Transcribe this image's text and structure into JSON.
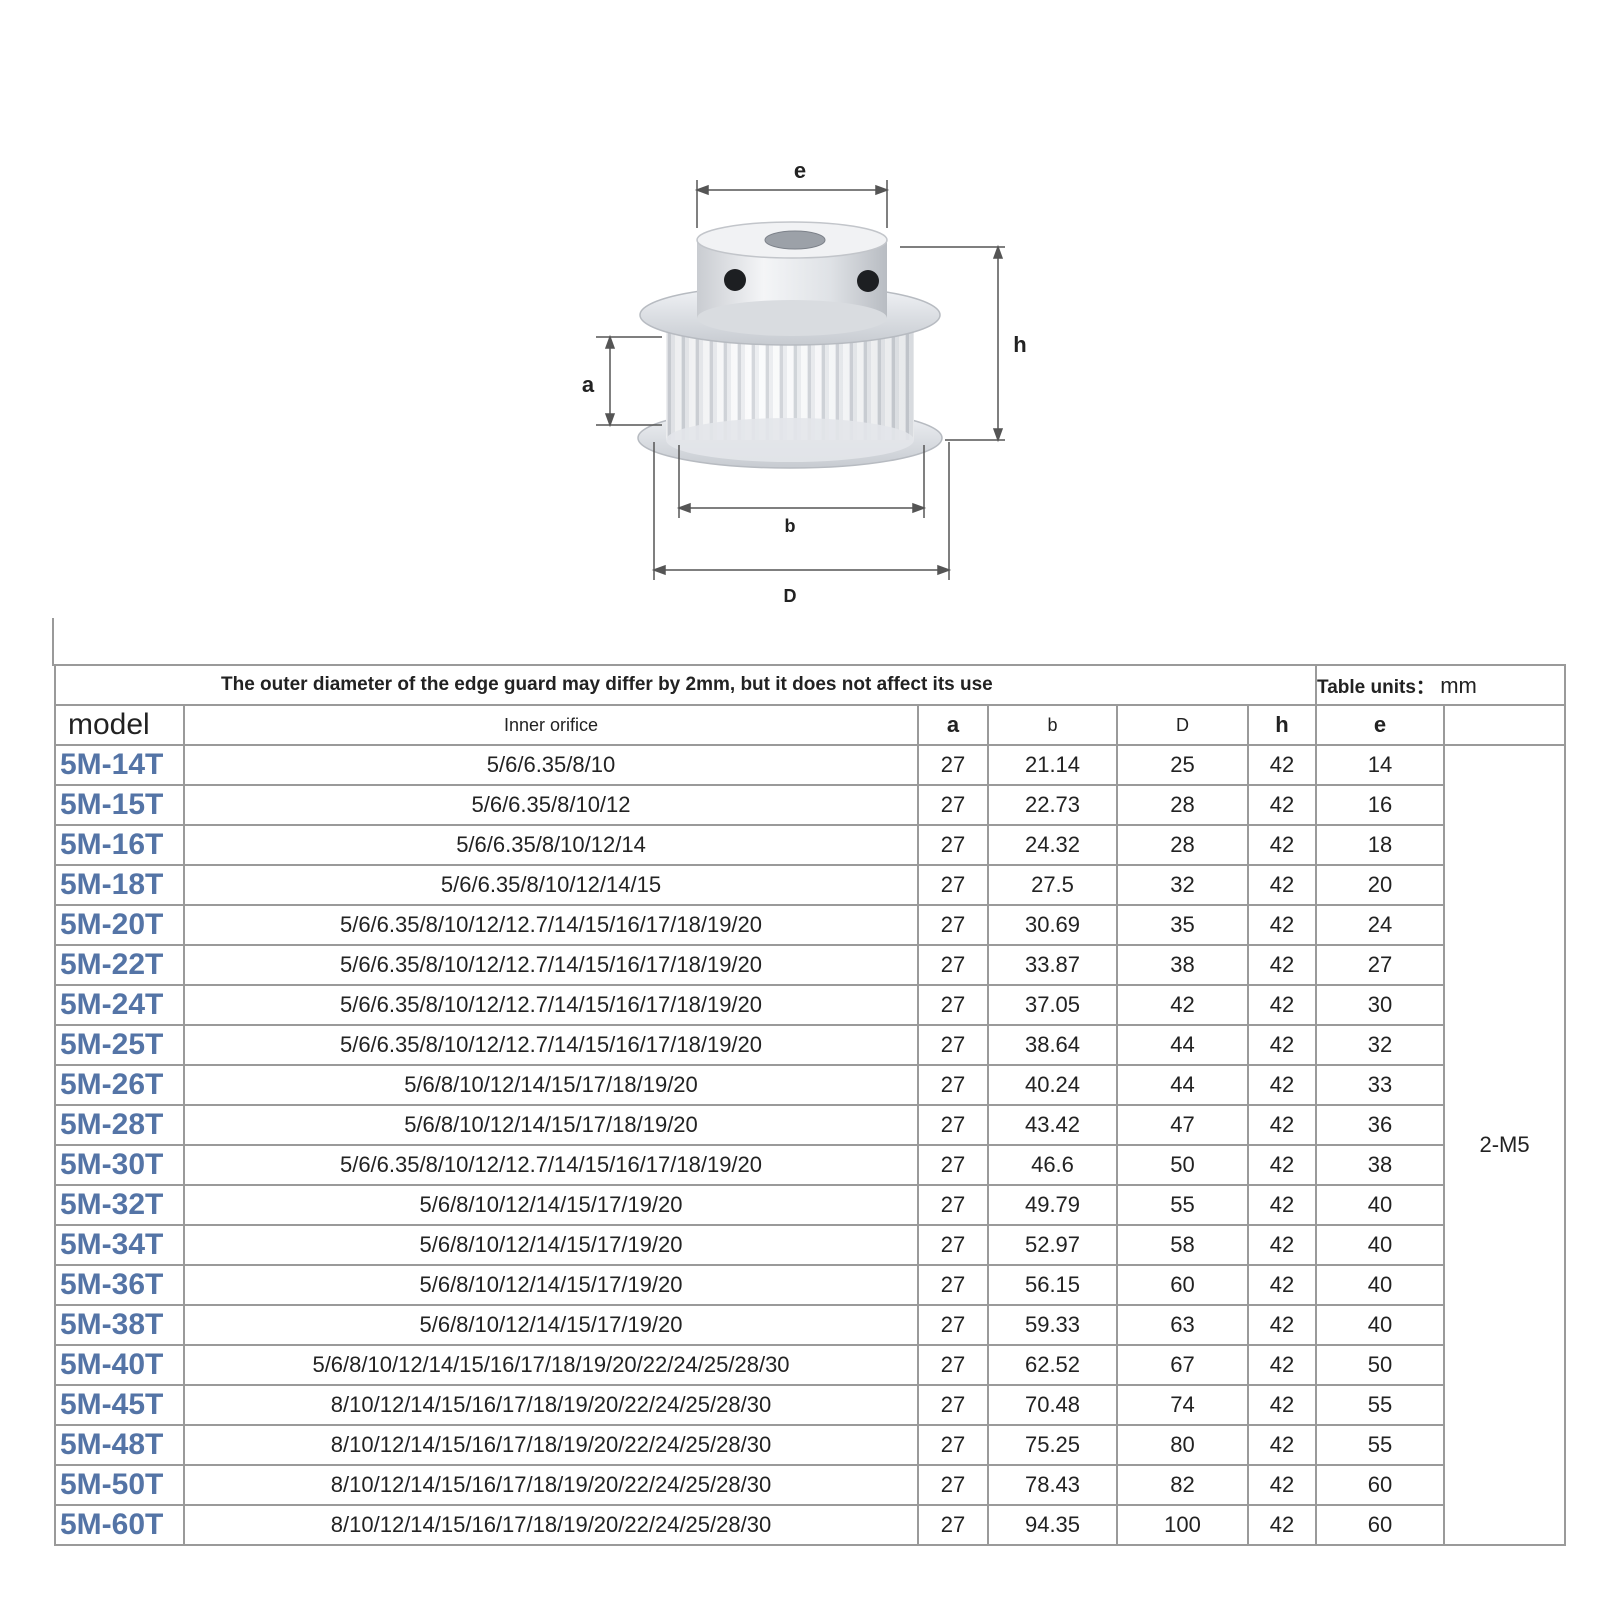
{
  "diagram": {
    "labels": {
      "e": "e",
      "h": "h",
      "a": "a",
      "b": "b",
      "D": "D"
    }
  },
  "table": {
    "note": "The outer diameter of the edge guard may differ by 2mm, but it does not affect its use",
    "units_label": "Table units：",
    "units_value": "mm",
    "headers": {
      "model": "model",
      "orifice": "Inner orifice",
      "a": "a",
      "b": "b",
      "D": "D",
      "h": "h",
      "e": "e",
      "screw": ""
    },
    "screw_value": "2-M5",
    "rows": [
      {
        "model": "5M-14T",
        "orifice": "5/6/6.35/8/10",
        "a": "27",
        "b": "21.14",
        "D": "25",
        "h": "42",
        "e": "14"
      },
      {
        "model": "5M-15T",
        "orifice": "5/6/6.35/8/10/12",
        "a": "27",
        "b": "22.73",
        "D": "28",
        "h": "42",
        "e": "16"
      },
      {
        "model": "5M-16T",
        "orifice": "5/6/6.35/8/10/12/14",
        "a": "27",
        "b": "24.32",
        "D": "28",
        "h": "42",
        "e": "18"
      },
      {
        "model": "5M-18T",
        "orifice": "5/6/6.35/8/10/12/14/15",
        "a": "27",
        "b": "27.5",
        "D": "32",
        "h": "42",
        "e": "20"
      },
      {
        "model": "5M-20T",
        "orifice": "5/6/6.35/8/10/12/12.7/14/15/16/17/18/19/20",
        "a": "27",
        "b": "30.69",
        "D": "35",
        "h": "42",
        "e": "24"
      },
      {
        "model": "5M-22T",
        "orifice": "5/6/6.35/8/10/12/12.7/14/15/16/17/18/19/20",
        "a": "27",
        "b": "33.87",
        "D": "38",
        "h": "42",
        "e": "27"
      },
      {
        "model": "5M-24T",
        "orifice": "5/6/6.35/8/10/12/12.7/14/15/16/17/18/19/20",
        "a": "27",
        "b": "37.05",
        "D": "42",
        "h": "42",
        "e": "30"
      },
      {
        "model": "5M-25T",
        "orifice": "5/6/6.35/8/10/12/12.7/14/15/16/17/18/19/20",
        "a": "27",
        "b": "38.64",
        "D": "44",
        "h": "42",
        "e": "32"
      },
      {
        "model": "5M-26T",
        "orifice": "5/6/8/10/12/14/15/17/18/19/20",
        "a": "27",
        "b": "40.24",
        "D": "44",
        "h": "42",
        "e": "33"
      },
      {
        "model": "5M-28T",
        "orifice": "5/6/8/10/12/14/15/17/18/19/20",
        "a": "27",
        "b": "43.42",
        "D": "47",
        "h": "42",
        "e": "36"
      },
      {
        "model": "5M-30T",
        "orifice": "5/6/6.35/8/10/12/12.7/14/15/16/17/18/19/20",
        "a": "27",
        "b": "46.6",
        "D": "50",
        "h": "42",
        "e": "38"
      },
      {
        "model": "5M-32T",
        "orifice": "5/6/8/10/12/14/15/17/19/20",
        "a": "27",
        "b": "49.79",
        "D": "55",
        "h": "42",
        "e": "40"
      },
      {
        "model": "5M-34T",
        "orifice": "5/6/8/10/12/14/15/17/19/20",
        "a": "27",
        "b": "52.97",
        "D": "58",
        "h": "42",
        "e": "40"
      },
      {
        "model": "5M-36T",
        "orifice": "5/6/8/10/12/14/15/17/19/20",
        "a": "27",
        "b": "56.15",
        "D": "60",
        "h": "42",
        "e": "40"
      },
      {
        "model": "5M-38T",
        "orifice": "5/6/8/10/12/14/15/17/19/20",
        "a": "27",
        "b": "59.33",
        "D": "63",
        "h": "42",
        "e": "40"
      },
      {
        "model": "5M-40T",
        "orifice": "5/6/8/10/12/14/15/16/17/18/19/20/22/24/25/28/30",
        "a": "27",
        "b": "62.52",
        "D": "67",
        "h": "42",
        "e": "50"
      },
      {
        "model": "5M-45T",
        "orifice": "8/10/12/14/15/16/17/18/19/20/22/24/25/28/30",
        "a": "27",
        "b": "70.48",
        "D": "74",
        "h": "42",
        "e": "55"
      },
      {
        "model": "5M-48T",
        "orifice": "8/10/12/14/15/16/17/18/19/20/22/24/25/28/30",
        "a": "27",
        "b": "75.25",
        "D": "80",
        "h": "42",
        "e": "55"
      },
      {
        "model": "5M-50T",
        "orifice": "8/10/12/14/15/16/17/18/19/20/22/24/25/28/30",
        "a": "27",
        "b": "78.43",
        "D": "82",
        "h": "42",
        "e": "60"
      },
      {
        "model": "5M-60T",
        "orifice": "8/10/12/14/15/16/17/18/19/20/22/24/25/28/30",
        "a": "27",
        "b": "94.35",
        "D": "100",
        "h": "42",
        "e": "60"
      }
    ]
  }
}
